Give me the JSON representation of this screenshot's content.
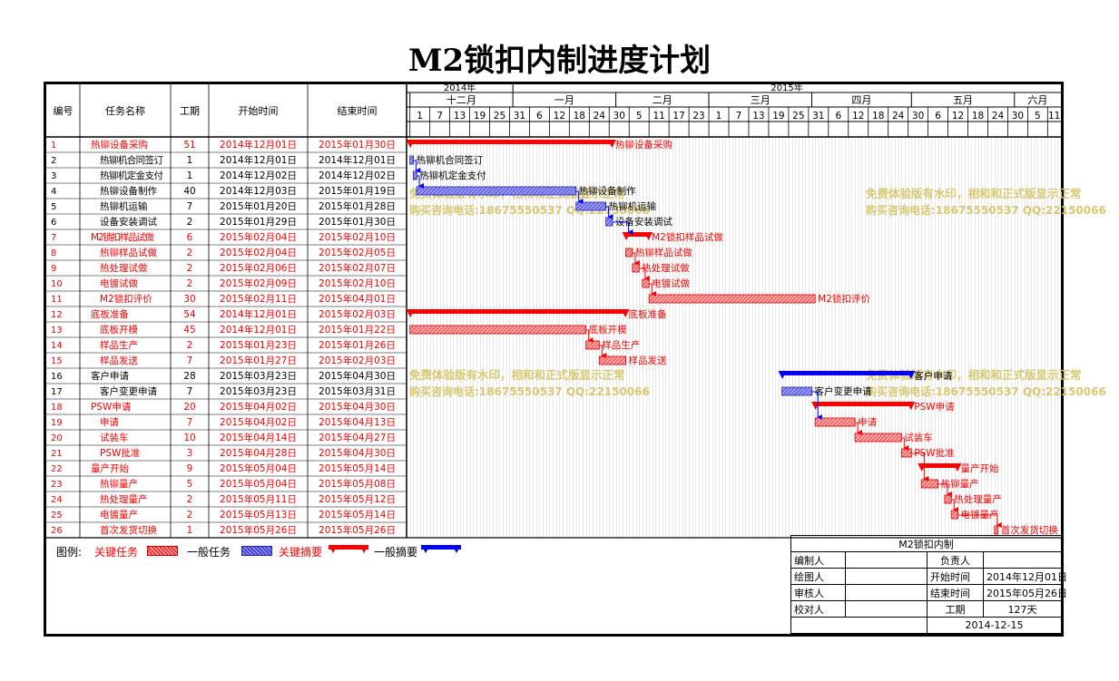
{
  "title": "M2锁扣内制进度计划",
  "columns": {
    "id": "编号",
    "name": "任务名称",
    "days": "工期",
    "start": "开始时间",
    "end": "结束时间"
  },
  "timeline": {
    "years": [
      "2014年",
      "2015年"
    ],
    "months": [
      "十二月",
      "一月",
      "二月",
      "三月",
      "四月",
      "五月",
      "六月"
    ],
    "day_ticks": [
      "1",
      "7",
      "13",
      "19",
      "25",
      "31",
      "6",
      "12",
      "18",
      "24",
      "30",
      "5",
      "11",
      "17",
      "23",
      "1",
      "7",
      "13",
      "19",
      "25",
      "31",
      "6",
      "12",
      "18",
      "24",
      "30",
      "6",
      "12",
      "18",
      "24",
      "30",
      "5",
      "11"
    ]
  },
  "colors": {
    "critical": "#ff0000",
    "normal": "#3333cc",
    "critical_fill": "#ff6666",
    "normal_fill": "#6666ff"
  },
  "chart_data": {
    "type": "gantt",
    "title": "M2锁扣内制进度计划",
    "x_range": [
      "2014-11-30",
      "2015-06-15"
    ],
    "tasks": [
      {
        "id": "1",
        "name": "热铆设备采购",
        "duration": 51,
        "start": "2014年12月01日",
        "end": "2015年01月30日",
        "kind": "critical-summary"
      },
      {
        "id": "2",
        "name": "热铆机合同签订",
        "duration": 1,
        "start": "2014年12月01日",
        "end": "2014年12月01日",
        "kind": "normal-task"
      },
      {
        "id": "3",
        "name": "热铆机定金支付",
        "duration": 1,
        "start": "2014年12月02日",
        "end": "2014年12月02日",
        "kind": "normal-task"
      },
      {
        "id": "4",
        "name": "热铆设备制作",
        "duration": 40,
        "start": "2014年12月03日",
        "end": "2015年01月19日",
        "kind": "normal-task"
      },
      {
        "id": "5",
        "name": "热铆机运输",
        "duration": 7,
        "start": "2015年01月20日",
        "end": "2015年01月28日",
        "kind": "normal-task"
      },
      {
        "id": "6",
        "name": "设备安装调试",
        "duration": 2,
        "start": "2015年01月29日",
        "end": "2015年01月30日",
        "kind": "normal-task"
      },
      {
        "id": "7",
        "name": "M2锁扣样品试做",
        "duration": 6,
        "start": "2015年02月04日",
        "end": "2015年02月10日",
        "kind": "critical-summary"
      },
      {
        "id": "8",
        "name": "热铆样品试做",
        "duration": 2,
        "start": "2015年02月04日",
        "end": "2015年02月05日",
        "kind": "critical-task"
      },
      {
        "id": "9",
        "name": "热处理试做",
        "duration": 2,
        "start": "2015年02月06日",
        "end": "2015年02月07日",
        "kind": "critical-task"
      },
      {
        "id": "10",
        "name": "电镀试做",
        "duration": 2,
        "start": "2015年02月09日",
        "end": "2015年02月10日",
        "kind": "critical-task"
      },
      {
        "id": "11",
        "name": "M2锁扣评价",
        "duration": 30,
        "start": "2015年02月11日",
        "end": "2015年04月01日",
        "kind": "critical-task"
      },
      {
        "id": "12",
        "name": "底板准备",
        "duration": 54,
        "start": "2014年12月01日",
        "end": "2015年02月03日",
        "kind": "critical-summary"
      },
      {
        "id": "13",
        "name": "底板开模",
        "duration": 45,
        "start": "2014年12月01日",
        "end": "2015年01月22日",
        "kind": "critical-task"
      },
      {
        "id": "14",
        "name": "样品生产",
        "duration": 2,
        "start": "2015年01月23日",
        "end": "2015年01月26日",
        "kind": "critical-task"
      },
      {
        "id": "15",
        "name": "样品发送",
        "duration": 7,
        "start": "2015年01月27日",
        "end": "2015年02月03日",
        "kind": "critical-task"
      },
      {
        "id": "16",
        "name": "客户申请",
        "duration": 28,
        "start": "2015年03月23日",
        "end": "2015年04月30日",
        "kind": "normal-summary"
      },
      {
        "id": "17",
        "name": "客户变更申请",
        "duration": 7,
        "start": "2015年03月23日",
        "end": "2015年03月31日",
        "kind": "normal-task"
      },
      {
        "id": "18",
        "name": "PSW申请",
        "duration": 20,
        "start": "2015年04月02日",
        "end": "2015年04月30日",
        "kind": "critical-summary"
      },
      {
        "id": "19",
        "name": "申请",
        "duration": 7,
        "start": "2015年04月02日",
        "end": "2015年04月13日",
        "kind": "critical-task"
      },
      {
        "id": "20",
        "name": "试装车",
        "duration": 10,
        "start": "2015年04月14日",
        "end": "2015年04月27日",
        "kind": "critical-task"
      },
      {
        "id": "21",
        "name": "PSW批准",
        "duration": 3,
        "start": "2015年04月28日",
        "end": "2015年04月30日",
        "kind": "critical-task"
      },
      {
        "id": "22",
        "name": "量产开始",
        "duration": 9,
        "start": "2015年05月04日",
        "end": "2015年05月14日",
        "kind": "critical-summary"
      },
      {
        "id": "23",
        "name": "热铆量产",
        "duration": 5,
        "start": "2015年05月04日",
        "end": "2015年05月08日",
        "kind": "critical-task"
      },
      {
        "id": "24",
        "name": "热处理量产",
        "duration": 2,
        "start": "2015年05月11日",
        "end": "2015年05月12日",
        "kind": "critical-task"
      },
      {
        "id": "25",
        "name": "电镀量产",
        "duration": 2,
        "start": "2015年05月13日",
        "end": "2015年05月14日",
        "kind": "critical-task"
      },
      {
        "id": "26",
        "name": "首次发货切换",
        "duration": 1,
        "start": "2015年05月26日",
        "end": "2015年05月26日",
        "kind": "critical-task"
      }
    ],
    "dependencies": [
      [
        2,
        3
      ],
      [
        3,
        4
      ],
      [
        4,
        5
      ],
      [
        5,
        6
      ],
      [
        6,
        7
      ],
      [
        8,
        9
      ],
      [
        9,
        10
      ],
      [
        10,
        11
      ],
      [
        13,
        14
      ],
      [
        14,
        15
      ],
      [
        17,
        19
      ],
      [
        19,
        20
      ],
      [
        20,
        21
      ],
      [
        21,
        23
      ],
      [
        23,
        24
      ],
      [
        24,
        25
      ],
      [
        25,
        26
      ]
    ]
  },
  "watermark": [
    {
      "line1": "免费体验版有水印，相和和正式版显示正常",
      "line2": "购买咨询电话:18675550537 QQ:22150066"
    },
    {
      "line1": "免费体验版有水印，相和和正式版显示正常",
      "line2": "购买咨询电话:18675550537 QQ:22150066"
    },
    {
      "line1": "免费体验版有水印，相和和正式版显示正常",
      "line2": "购买咨询电话:18675550537 QQ:22150066"
    },
    {
      "line1": "免费体验版有水印，相和和正式版显示正常",
      "line2": "购买咨询电话:18675550537 QQ:22150066"
    }
  ],
  "legend": {
    "label": "图例:",
    "items": [
      {
        "label": "关键任务",
        "kind": "critical-task"
      },
      {
        "label": "一般任务",
        "kind": "normal-task"
      },
      {
        "label": "关键摘要",
        "kind": "critical-summary"
      },
      {
        "label": "一般摘要",
        "kind": "normal-summary"
      }
    ]
  },
  "info": {
    "project": "M2锁扣内制",
    "editor_label": "编制人",
    "owner_label": "负责人",
    "drawer_label": "绘图人",
    "start_label": "开始时间",
    "start_value": "2014年12月01日",
    "reviewer_label": "审核人",
    "end_label": "结束时间",
    "end_value": "2015年05月26日",
    "proof_label": "校对人",
    "duration_label": "工期",
    "duration_value": "127天",
    "date": "2014-12-15"
  }
}
